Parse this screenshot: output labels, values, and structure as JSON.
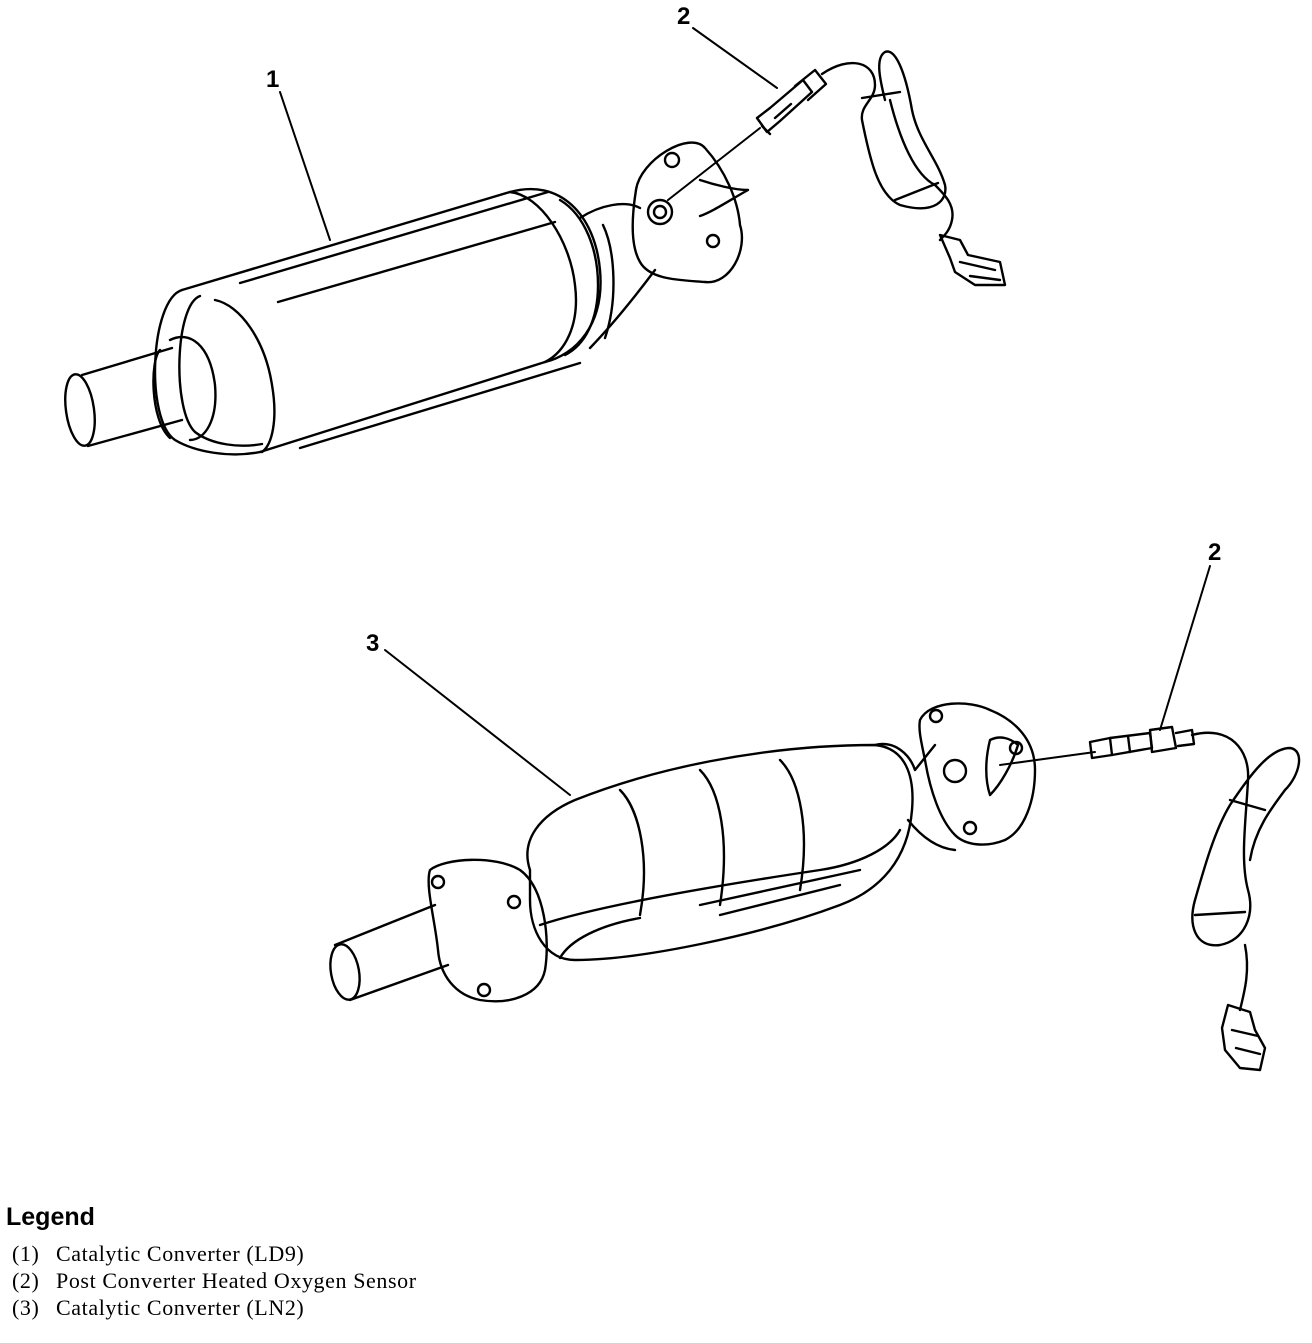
{
  "callouts": {
    "top_converter": "1",
    "top_sensor": "2",
    "bottom_sensor": "2",
    "bottom_converter": "3"
  },
  "legend": {
    "title": "Legend",
    "items": [
      {
        "num": "(1)",
        "text": "Catalytic Converter (LD9)"
      },
      {
        "num": "(2)",
        "text": "Post Converter Heated Oxygen Sensor"
      },
      {
        "num": "(3)",
        "text": "Catalytic Converter (LN2)"
      }
    ]
  },
  "colors": {
    "line": "#000000",
    "background": "#ffffff"
  }
}
